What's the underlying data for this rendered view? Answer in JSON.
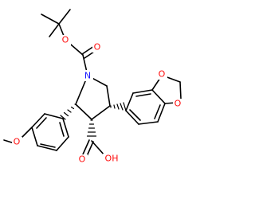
{
  "molecule": {
    "colors": {
      "bond": "#000000",
      "N": "#1a1aff",
      "O": "#ff0d0d",
      "H": "#ff0d0d",
      "C": "#000000",
      "background": "#ffffff"
    },
    "atoms": {
      "n1": "N",
      "o_carbonyl": "O",
      "o_ester": "O",
      "o_methoxy": "O",
      "o_acid_carbonyl": "O",
      "oh_acid": "OH",
      "o_dioxole_top": "O",
      "o_dioxole_bottom": "O"
    }
  }
}
